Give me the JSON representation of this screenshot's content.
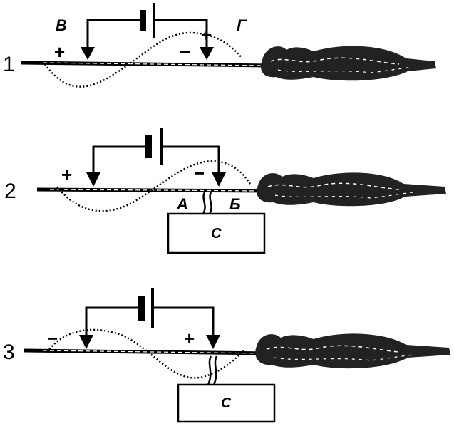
{
  "panels": [
    {
      "number": "1",
      "electrode_left_label": "В",
      "electrode_right_label": "Г",
      "sign_left": "+",
      "sign_right": "−",
      "sign_top": "+"
    },
    {
      "number": "2",
      "sign_left": "+",
      "sign_right": "−",
      "contact_left_label": "А",
      "contact_right_label": "Б",
      "box_label": "С"
    },
    {
      "number": "3",
      "sign_left": "−",
      "sign_right": "+",
      "box_label": "С"
    }
  ]
}
